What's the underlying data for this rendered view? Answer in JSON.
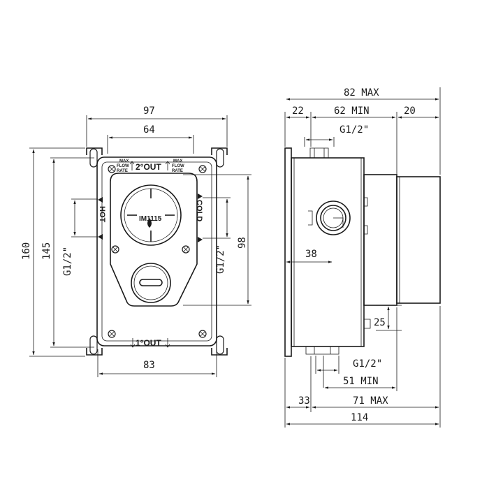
{
  "front_view": {
    "dim_top_outer": "97",
    "dim_top_inner": "64",
    "dim_bottom": "83",
    "dim_left_outer": "160",
    "dim_left_inner": "145",
    "dim_left_thread": "G1/2\"",
    "dim_right_thread": "G1/2\"",
    "dim_right": "98",
    "label_top_out": "2°OUT",
    "label_bottom_out": "1°OUT",
    "label_hot": "HOT",
    "label_cold": "COLD",
    "label_max": "MAX",
    "label_flow": "FLOW",
    "label_rate": "RATE",
    "label_model": "IM1115"
  },
  "side_view": {
    "dim_total_top": "82 MAX",
    "dim_left_flange": "22",
    "dim_min": "62 MIN",
    "dim_right_cap": "20",
    "dim_top_thread": "G1/2\"",
    "dim_port": "38",
    "dim_small": "25",
    "dim_bottom_thread": "G1/2\"",
    "dim_min_bottom": "51 MIN",
    "dim_left_bottom": "33",
    "dim_max_bottom": "71 MAX",
    "dim_total_bottom": "114"
  }
}
